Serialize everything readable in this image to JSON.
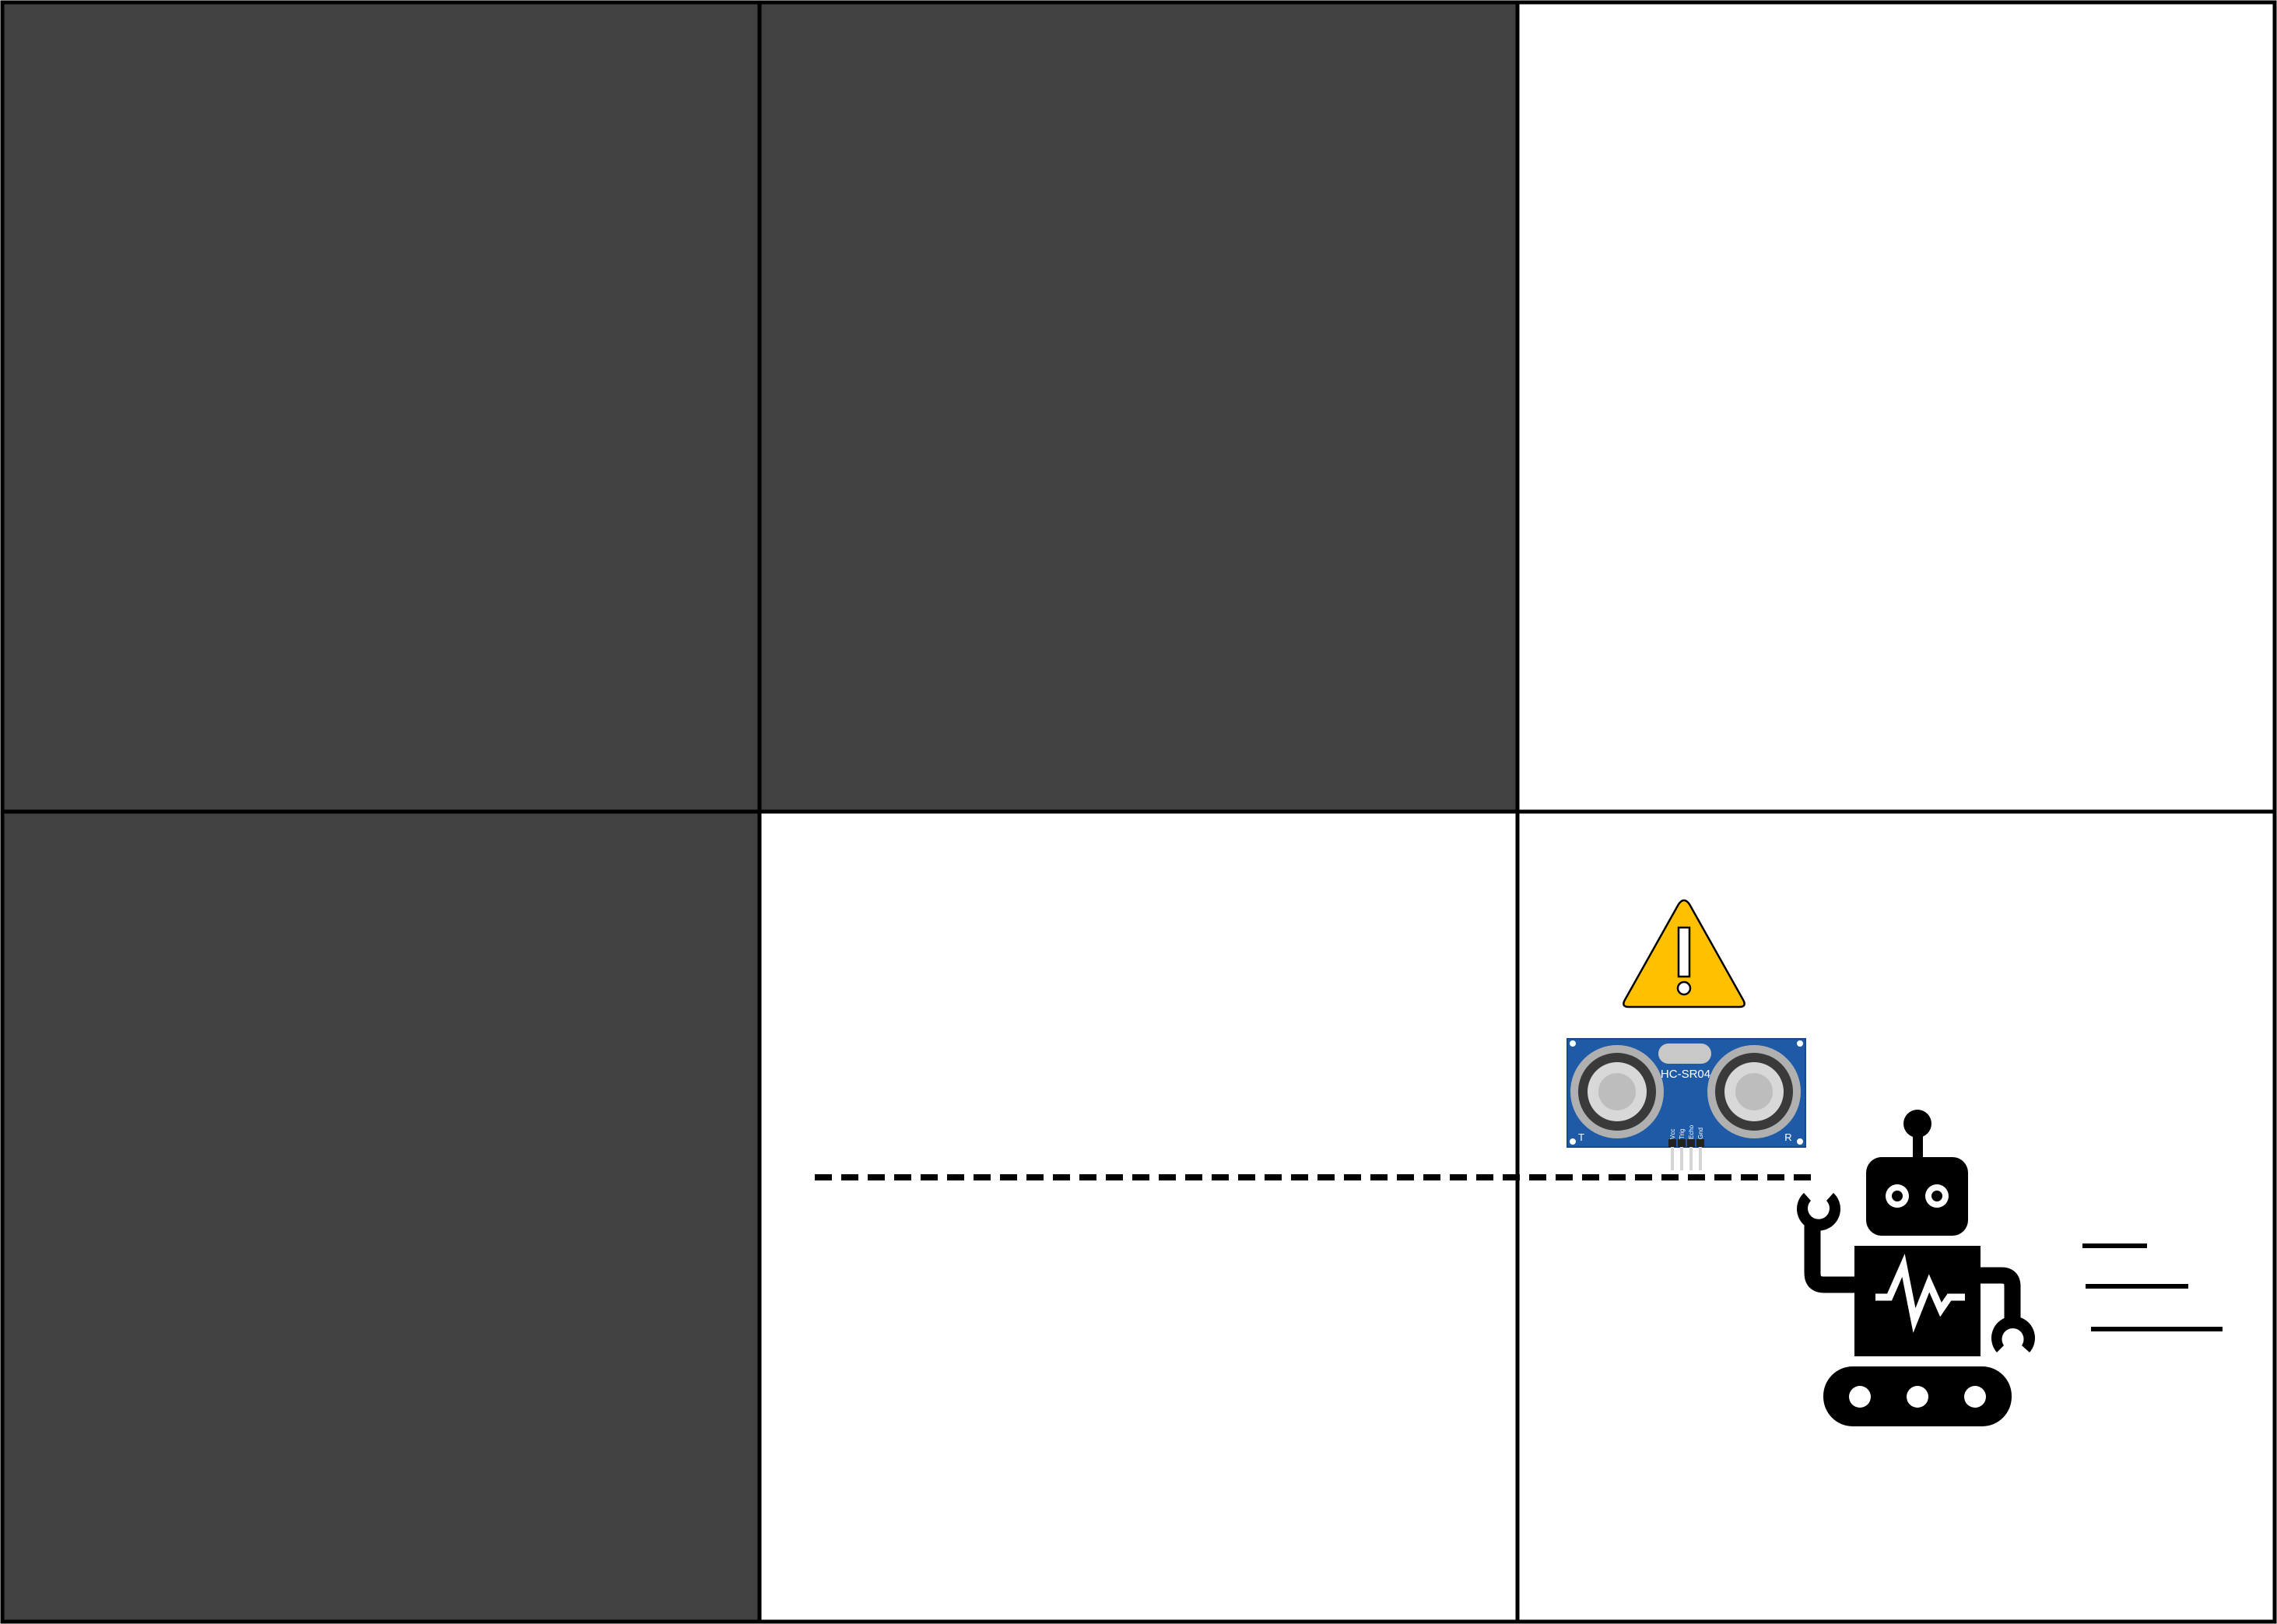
{
  "grid": {
    "rows": 2,
    "columns": 3,
    "cells": [
      {
        "row": 1,
        "col": 1,
        "state": "occupied",
        "fill": "#414141"
      },
      {
        "row": 1,
        "col": 2,
        "state": "occupied",
        "fill": "#414141"
      },
      {
        "row": 1,
        "col": 3,
        "state": "free",
        "fill": "#ffffff"
      },
      {
        "row": 2,
        "col": 1,
        "state": "occupied",
        "fill": "#414141"
      },
      {
        "row": 2,
        "col": 2,
        "state": "free",
        "fill": "#ffffff"
      },
      {
        "row": 2,
        "col": 3,
        "state": "free",
        "fill": "#ffffff"
      }
    ]
  },
  "colors": {
    "occupied": "#414141",
    "free": "#ffffff",
    "grid_line": "#000000",
    "warning": "#ffc000",
    "sensor_board": "#1f5aa6",
    "robot": "#000000"
  },
  "sensor": {
    "model_label": "HC-SR04",
    "transmitter_label": "T",
    "receiver_label": "R",
    "pin_labels": [
      "Vcc",
      "Trig",
      "Echo",
      "Gnd"
    ]
  },
  "icons": {
    "warning": "warning-triangle-icon",
    "sensor": "ultrasonic-sensor-icon",
    "robot": "tracked-robot-icon",
    "motion": "motion-lines-icon"
  }
}
